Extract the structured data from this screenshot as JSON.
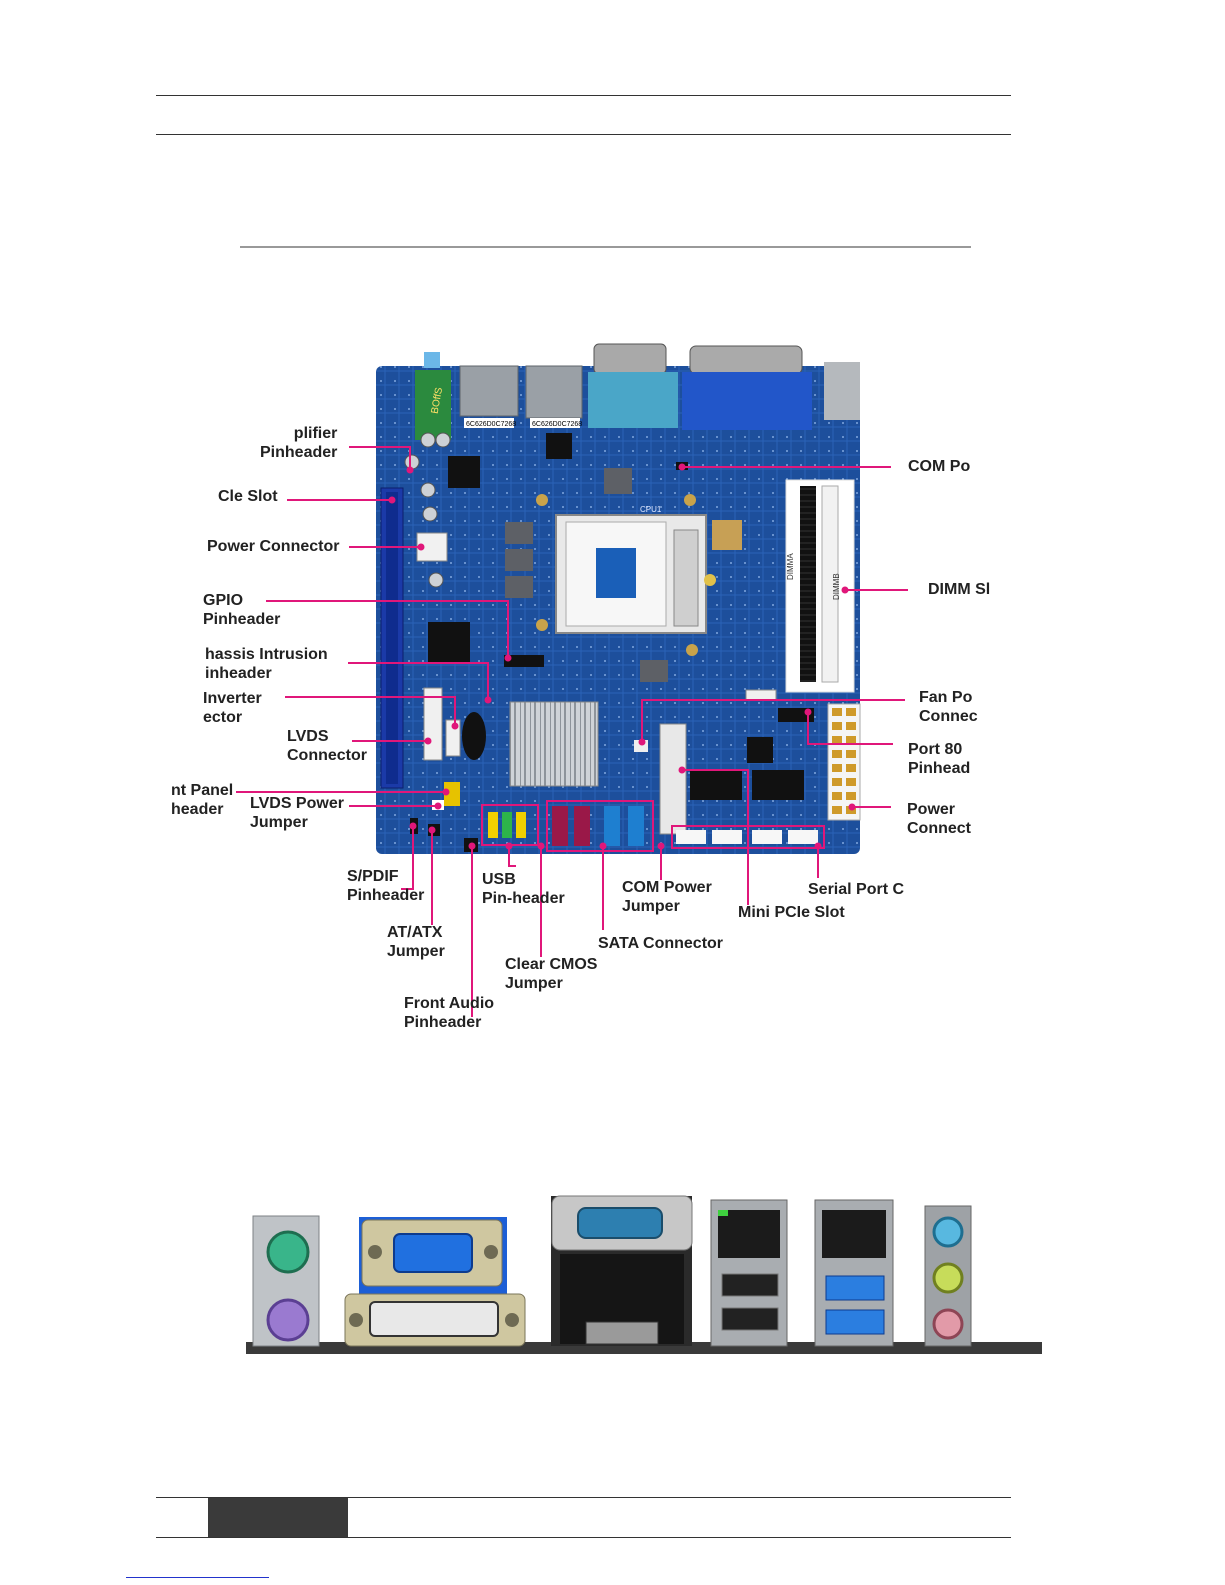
{
  "labels": {
    "amplifier": "plifier\nPinheader",
    "pcie": "Cle Slot",
    "power_left": "Power Connector",
    "gpio": "GPIO\nPinheader",
    "chassis": "hassis Intrusion\ninheader",
    "inverter": "Inverter\nector",
    "lvds": "LVDS\nConnector",
    "front_panel": "nt Panel\nheader",
    "lvds_power": "LVDS Power\nJumper",
    "spdif": "S/PDIF\nPinheader",
    "atatx": "AT/ATX\nJumper",
    "front_audio": "Front Audio\nPinheader",
    "usb": "USB\nPin-header",
    "clear_cmos": "Clear CMOS\nJumper",
    "sata": "SATA Connector",
    "com_power": "COM Power\nJumper",
    "mini_pcie": "Mini PCIe Slot",
    "serial_port": "Serial Port C",
    "com_port": "COM Po",
    "dimm": "DIMM Sl",
    "fan": "Fan Po\nConnec",
    "port80": "Port 80\nPinhead",
    "power_right": "Power\nConnect"
  },
  "board": {
    "chip_text_1": "BOffS",
    "sticker_1": "6C626D0C7268",
    "sticker_2": "6C626D0C7268",
    "cpu_text": "CPU1",
    "dimm_text_1": "DIMMA",
    "dimm_text_2": "DIMMB"
  },
  "colors": {
    "pcb": "#1d4f9c",
    "leader": "#e0177a",
    "label": "#222222",
    "sata_red": "#9a1848",
    "sata_blue": "#1e7fd0",
    "vga_blue": "#1d5fd6",
    "ps2_green": "#39b58a",
    "ps2_purple": "#9a7ad0"
  }
}
